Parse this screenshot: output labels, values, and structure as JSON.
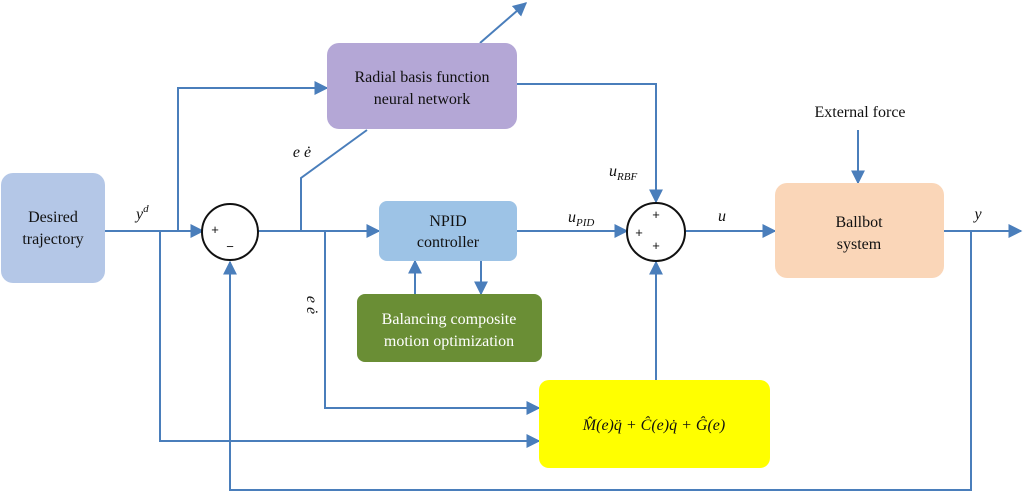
{
  "blocks": {
    "desired": {
      "line1": "Desired",
      "line2": "trajectory",
      "fill": "#b4c7e7"
    },
    "rbf": {
      "line1": "Radial basis function",
      "line2": "neural network",
      "fill": "#b4a7d6"
    },
    "npid": {
      "line1": "NPID",
      "line2": "controller",
      "fill": "#9dc3e6"
    },
    "bcmo": {
      "line1": "Balancing composite",
      "line2": "motion optimization",
      "fill": "#6a8e35"
    },
    "dynamics": {
      "formula": "M̂(e)q̈ + Ĉ(e)q̇ + Ĝ(e)",
      "fill": "#ffff00"
    },
    "ballbot": {
      "line1": "Ballbot",
      "line2": "system",
      "fill": "#fad6b8"
    }
  },
  "labels": {
    "external_force": "External force",
    "yd_base": "y",
    "yd_sup": "d",
    "e_edot_top": "e  ė",
    "e_edot_side": "e  ė",
    "u_rbf_base": "u",
    "u_rbf_sub": "RBF",
    "u_pid_base": "u",
    "u_pid_sub": "PID",
    "u": "u",
    "y": "y"
  },
  "sum1": {
    "plus": "+",
    "minus": "−"
  },
  "sum2": {
    "top": "+",
    "left": "+",
    "bottom": "+"
  },
  "colors": {
    "wire": "#4a7ebb"
  }
}
